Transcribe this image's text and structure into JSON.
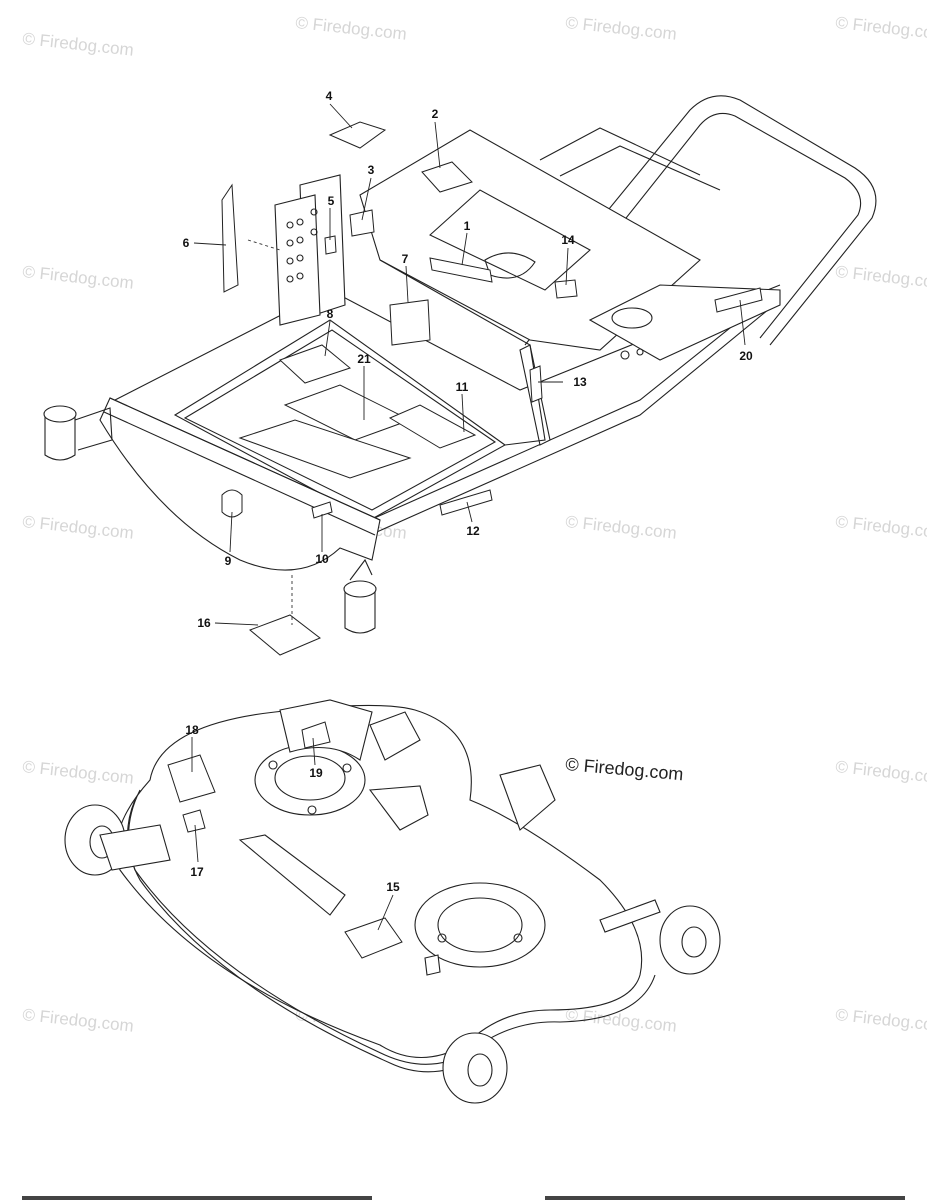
{
  "watermark_text": "© Firedog.com",
  "copyright_label": "© Firedog.com",
  "callouts": {
    "c1": "1",
    "c2": "2",
    "c3": "3",
    "c4": "4",
    "c5": "5",
    "c6": "6",
    "c7": "7",
    "c8": "8",
    "c9": "9",
    "c10": "10",
    "c11": "11",
    "c12": "12",
    "c13": "13",
    "c14": "14",
    "c15": "15",
    "c16": "16",
    "c17": "17",
    "c18": "18",
    "c19": "19",
    "c20": "20",
    "c21": "21"
  }
}
